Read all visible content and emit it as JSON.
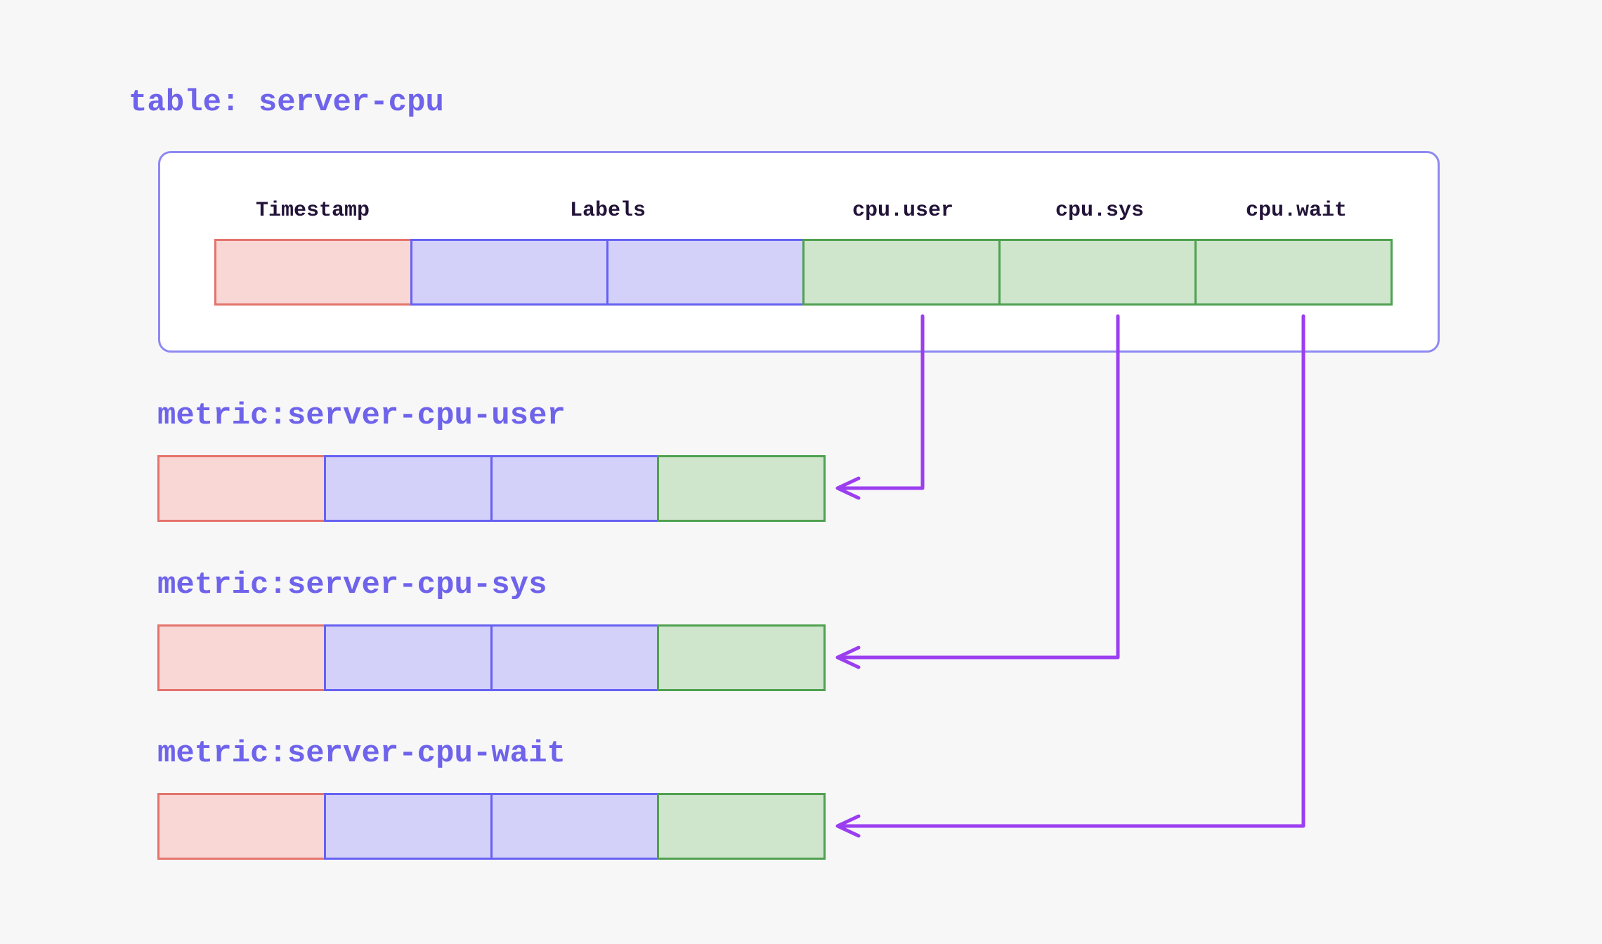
{
  "title": "table: server-cpu",
  "table": {
    "columns": [
      "Timestamp",
      "Labels",
      "cpu.user",
      "cpu.sys",
      "cpu.wait"
    ],
    "row_cell_types": [
      "timestamp",
      "labels",
      "labels",
      "value",
      "value",
      "value"
    ]
  },
  "metrics": [
    {
      "label": "metric:server-cpu-user",
      "arrow_from_column": "cpu.user",
      "row_cell_types": [
        "timestamp",
        "labels",
        "labels",
        "value"
      ]
    },
    {
      "label": "metric:server-cpu-sys",
      "arrow_from_column": "cpu.sys",
      "row_cell_types": [
        "timestamp",
        "labels",
        "labels",
        "value"
      ]
    },
    {
      "label": "metric:server-cpu-wait",
      "arrow_from_column": "cpu.wait",
      "row_cell_types": [
        "timestamp",
        "labels",
        "labels",
        "value"
      ]
    }
  ],
  "colors": {
    "page-bg": "#f7f7f8",
    "card-bg": "#ffffff",
    "card-border": "#8e89f2",
    "title-text": "#6e63ea",
    "header-text": "#221338",
    "timestamp-fill": "#f8d7d5",
    "timestamp-border": "#e4736c",
    "labels-fill": "#d3d1fa",
    "labels-border": "#6761f2",
    "value-fill": "#cfe5cc",
    "value-border": "#4fa14f",
    "arrow": "#9b3ef0"
  }
}
